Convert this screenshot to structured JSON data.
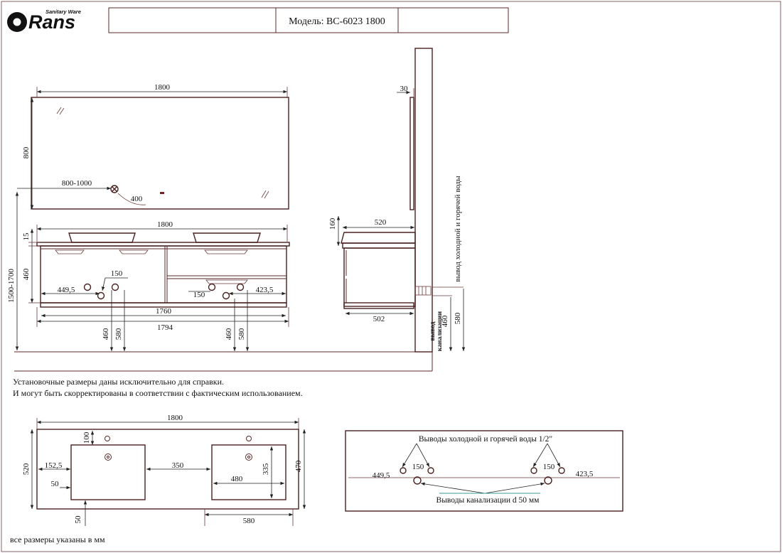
{
  "brand": {
    "logo_text": "Rans",
    "logo_small": "Sanitary Ware"
  },
  "header": {
    "model": "Модель: BC-6023 1800"
  },
  "front": {
    "mirror_width": "1800",
    "mirror_height": "800",
    "switch_height": "800-1000",
    "switch_offset": "400",
    "cabinet_width": "1800",
    "top_thickness": "15",
    "cabinet_height": "460",
    "mount_height": "1500-1700",
    "left_spacing": "150",
    "left_offset": "449,5",
    "right_spacing": "150",
    "right_offset": "423,5",
    "inner_width": "1760",
    "outer_width": "1794",
    "h460_left": "460",
    "h580_left": "580",
    "h460_right": "460",
    "h580_right": "580"
  },
  "side": {
    "mirror_depth": "30",
    "cabinet_depth": "520",
    "top_height": "160",
    "bottom_depth": "502",
    "water_outlet": "вывод холодной и горячей воды",
    "drain_outlet_1": "вывод",
    "drain_outlet_2": "канализации",
    "h460": "460",
    "h580": "580"
  },
  "notes": {
    "line1": "Установочные размеры даны исключительно для справки.",
    "line2": "И могут быть скорректированы в соответствии с фактическим использованием."
  },
  "plan": {
    "width": "1800",
    "depth": "520",
    "faucet_offset": "100",
    "left_margin": "152,5",
    "inner_margin": "50",
    "bottom_margin": "50",
    "gap": "350",
    "basin_width": "480",
    "basin_depth": "335",
    "right_depth": "470",
    "right_width": "580"
  },
  "outlets": {
    "water_title": "Выводы холодной и горячей воды 1/2\"",
    "left_offset": "449,5",
    "left_spacing": "150",
    "right_spacing": "150",
    "right_offset": "423,5",
    "drain_title": "Выводы канализации d 50 мм"
  },
  "footer": {
    "units_note": "все размеры указаны в мм"
  }
}
